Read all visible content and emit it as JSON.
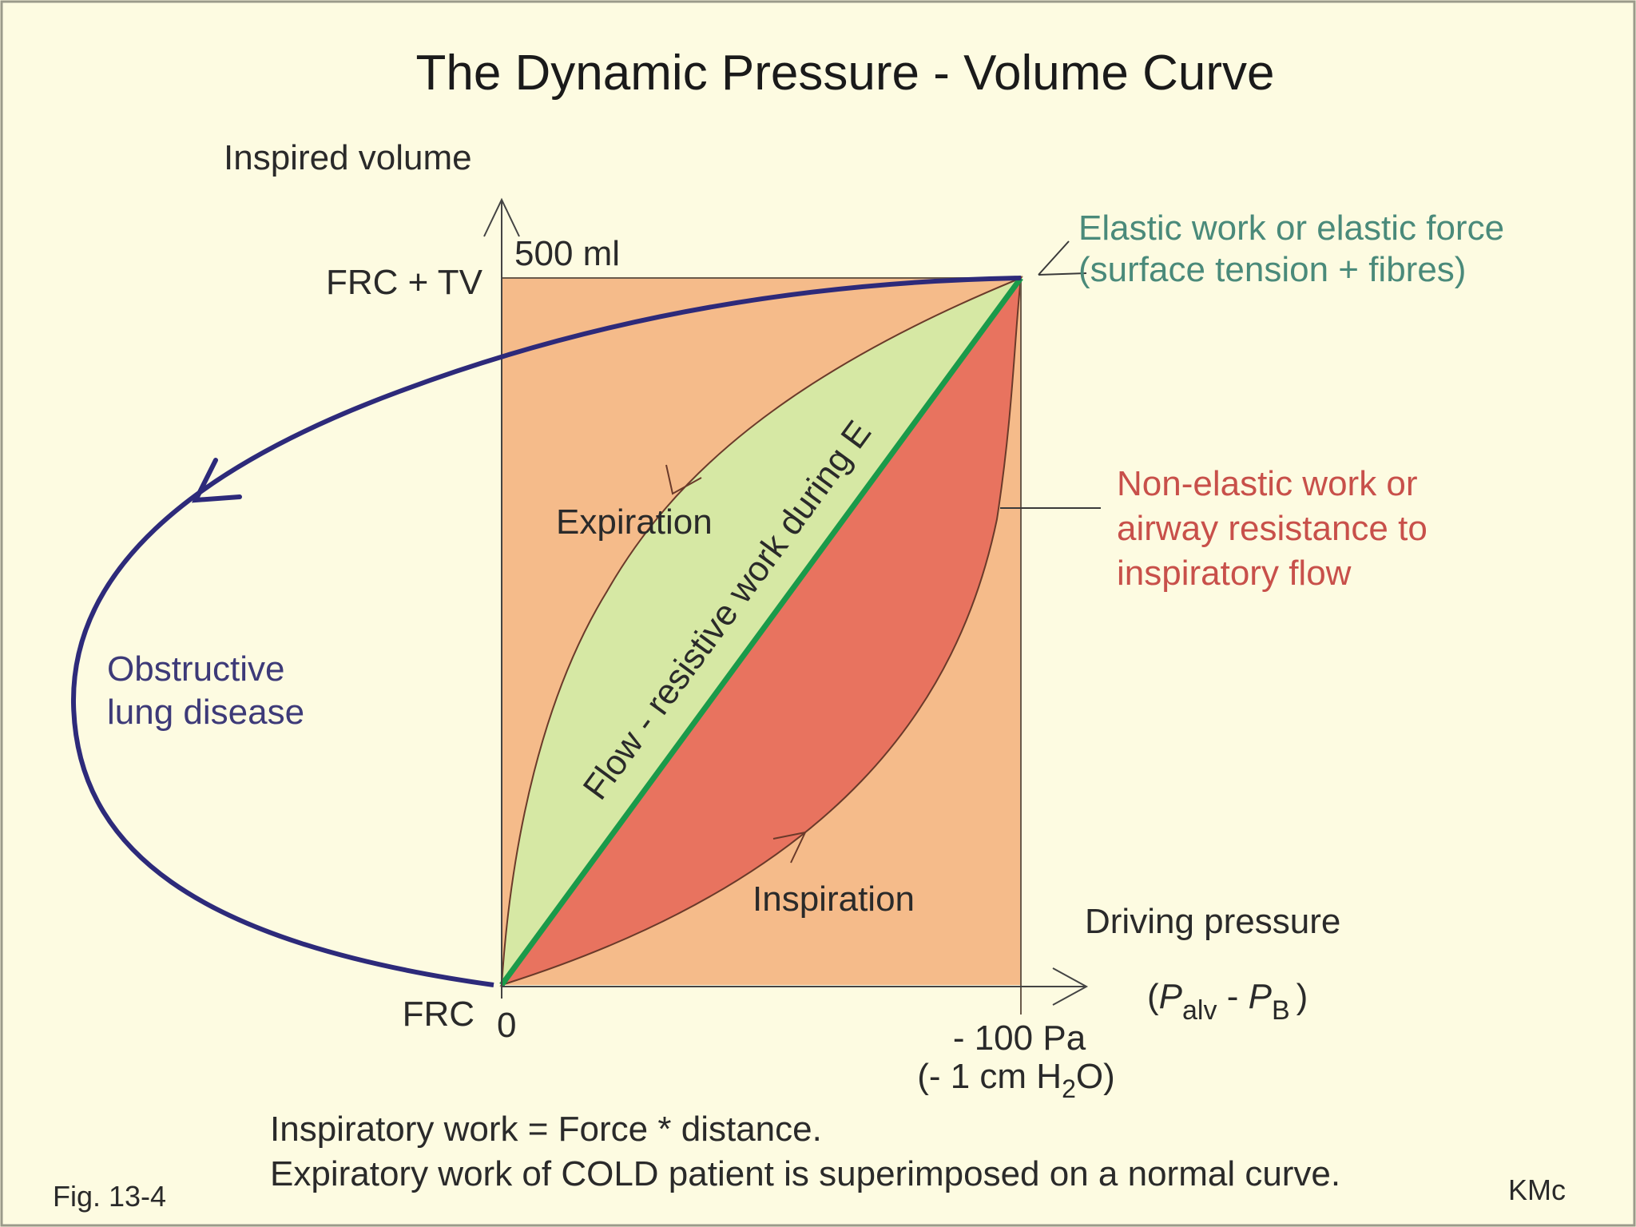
{
  "title": "The Dynamic Pressure  - Volume Curve",
  "y_axis": {
    "label": "Inspired volume",
    "tick_top": "500 ml",
    "level_top": "FRC + TV",
    "level_bottom": "FRC",
    "origin": "0"
  },
  "x_axis": {
    "label": "Driving pressure",
    "formula_open": "(",
    "formula_p1": "P",
    "formula_sub1": "alv",
    "formula_minus": " - ",
    "formula_p2": "P",
    "formula_sub2": "B",
    "formula_close": ")",
    "tick_pa": "- 100 Pa",
    "tick_cm_a": "(- 1 cm H",
    "tick_cm_sub": "2",
    "tick_cm_b": "O)"
  },
  "annotations": {
    "elastic_line1": "Elastic work or elastic force",
    "elastic_line2": "(surface tension + fibres)",
    "nonelastic_line1": "Non-elastic work or",
    "nonelastic_line2": "airway resistance to",
    "nonelastic_line3": "inspiratory flow",
    "expiration": "Expiration",
    "inspiration": "Inspiration",
    "diagonal": "Flow - resistive work during E",
    "obstructive_line1": "Obstructive",
    "obstructive_line2": "lung disease"
  },
  "footer": {
    "line1": "Inspiratory work = Force * distance.",
    "line2": "Expiratory work of  COLD patient is superimposed on a normal curve.",
    "fig": "Fig. 13-4",
    "author": "KMc"
  },
  "colors": {
    "background": "#fdfbe1",
    "rectangle": "#f5bb8a",
    "expiration_area": "#d6e8a4",
    "inspiration_area": "#e8735f",
    "diagonal": "#1a9a4a",
    "obstructive_curve": "#2d2a7a",
    "elastic_text": "#4a8a7a",
    "nonelastic_text": "#c8504a"
  }
}
